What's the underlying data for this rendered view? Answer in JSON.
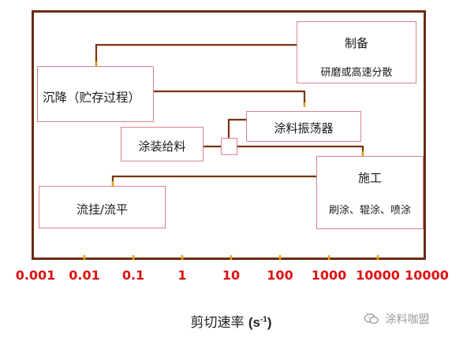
{
  "boxes": {
    "preparation": {
      "title": "制备",
      "subtitle": "研磨或高速分散"
    },
    "sedimentation": {
      "title": "沉降（贮存过程）"
    },
    "shaker": {
      "title": "涂料振荡器"
    },
    "feeding": {
      "title": "涂装给料"
    },
    "application": {
      "title": "施工",
      "subtitle": "刷涂、辊涂、喷涂"
    },
    "sag_level": {
      "title": "流挂/流平"
    }
  },
  "axis": {
    "ticks": [
      "0.001",
      "0.01",
      "0.1",
      "1",
      "10",
      "100",
      "1000",
      "10000",
      "10000"
    ],
    "title_main": "剪切速率",
    "title_unit_open": "(s",
    "title_unit_exp": "-1",
    "title_unit_close": ")"
  },
  "watermark": {
    "text": "涂料咖盟",
    "icon": "wechat-icon"
  },
  "colors": {
    "frame": "#6b2a12",
    "connector": "#7a3310",
    "box_border": "#d9828d",
    "tick_text": "#e01010",
    "tick_marks": "#e8a000"
  }
}
